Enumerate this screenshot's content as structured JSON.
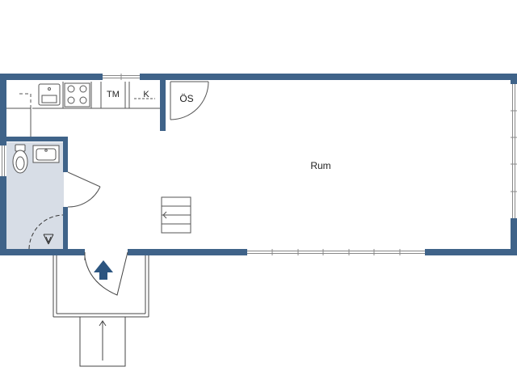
{
  "colors": {
    "wall": "#3f6389",
    "bathroom_floor": "#d7dde6",
    "thin_line": "#555555",
    "arrow": "#2c5580"
  },
  "rooms": {
    "main_room": {
      "label": "Rum"
    },
    "storage": {
      "label": "ÖS"
    },
    "dishwasher": {
      "label": "TM"
    },
    "fridge": {
      "label": "K"
    }
  },
  "icons": [
    "toilet-icon",
    "sink-icon",
    "stove-icon",
    "shower-drain-icon",
    "stair-icon",
    "entrance-arrow-icon"
  ]
}
